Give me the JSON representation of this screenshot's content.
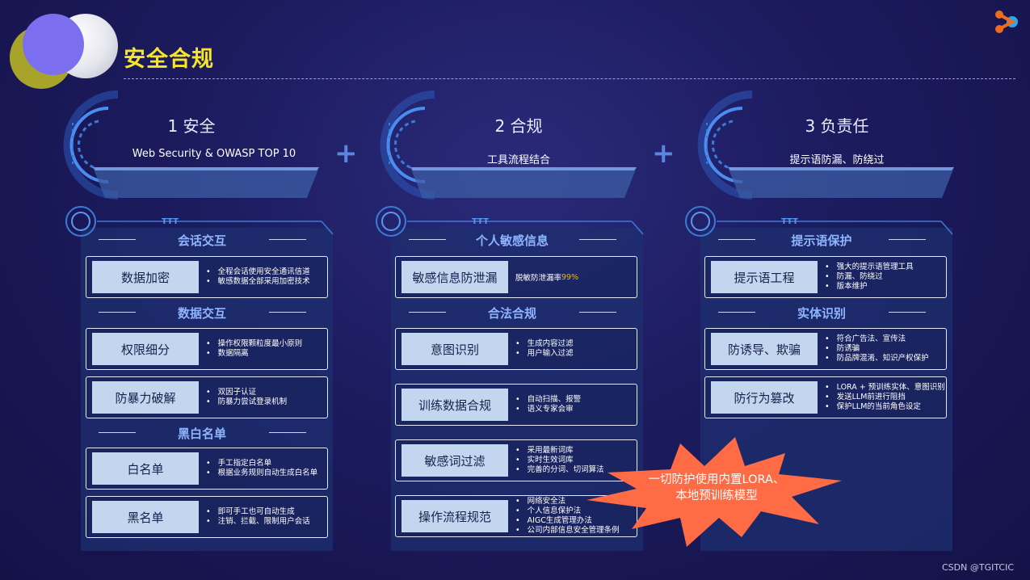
{
  "header": {
    "title": "安全合规"
  },
  "credit": "CSDN @TGITCIC",
  "plus_symbol": "+",
  "columns": [
    {
      "heading": "1 安全",
      "subtitle": "Web Security & OWASP TOP 10",
      "sections": [
        {
          "label": "会话交互",
          "cards": [
            {
              "label": "数据加密",
              "bullets": [
                "全程会话使用安全通讯信道",
                "敏感数据全部采用加密技术"
              ]
            }
          ]
        },
        {
          "label": "数据交互",
          "cards": [
            {
              "label": "权限细分",
              "bullets": [
                "操作权限颗粒度最小原则",
                "数据隔离"
              ]
            },
            {
              "label": "防暴力破解",
              "bullets": [
                "双因子认证",
                "防暴力尝试登录机制"
              ]
            }
          ]
        },
        {
          "label": "黑白名单",
          "cards": [
            {
              "label": "白名单",
              "bullets": [
                "手工指定白名单",
                "根据业务规则自动生成白名单"
              ]
            },
            {
              "label": "黑名单",
              "bullets": [
                "即可手工也可自动生成",
                "注销、拦截、限制用户会话"
              ]
            }
          ]
        }
      ]
    },
    {
      "heading": "2 合规",
      "subtitle": "工具流程结合",
      "sections": [
        {
          "label": "个人敏感信息",
          "cards": [
            {
              "label": "敏感信息防泄漏",
              "text_prefix": "脱敏防泄漏率",
              "text_highlight": "99%"
            }
          ]
        },
        {
          "label": "合法合规",
          "cards": [
            {
              "label": "意图识别",
              "bullets": [
                "生成内容过滤",
                "用户输入过滤"
              ]
            },
            {
              "label": "训练数据合规",
              "bullets": [
                "自动扫描、报警",
                "语义专家会审"
              ]
            },
            {
              "label": "敏感词过滤",
              "bullets": [
                "采用最新词库",
                "实时生效词库",
                "完善的分词、切词算法"
              ]
            },
            {
              "label": "操作流程规范",
              "bullets": [
                "网络安全法",
                "个人信息保护法",
                "AIGC生成管理办法",
                "公司内部信息安全管理条例"
              ]
            }
          ]
        }
      ]
    },
    {
      "heading": "3 负责任",
      "subtitle": "提示语防漏、防绕过",
      "sections": [
        {
          "label": "提示语保护",
          "cards": [
            {
              "label": "提示语工程",
              "bullets": [
                "强大的提示语管理工具",
                "防漏、防绕过",
                "版本维护"
              ]
            }
          ]
        },
        {
          "label": "实体识别",
          "cards": [
            {
              "label": "防诱导、欺骗",
              "bullets": [
                "符合广告法、宣传法",
                "防诱骗",
                "防品牌混淆、知识产权保护"
              ]
            },
            {
              "label": "防行为篡改",
              "bullets": [
                "LORA + 预训练实体、意图识别",
                "发送LLM前进行阻挡",
                "保护LLM的当前角色设定"
              ]
            }
          ]
        }
      ]
    }
  ],
  "callout": {
    "line1": "一切防护使用内置LORA、",
    "line2": "本地预训练模型"
  },
  "colors": {
    "title": "#f5e52b",
    "section_label": "#8fb4ff",
    "card_label_bg": "#c3d6f0",
    "highlight": "#f5b800",
    "burst": "#ff6b45",
    "accent_line": "#3b7bd8"
  }
}
